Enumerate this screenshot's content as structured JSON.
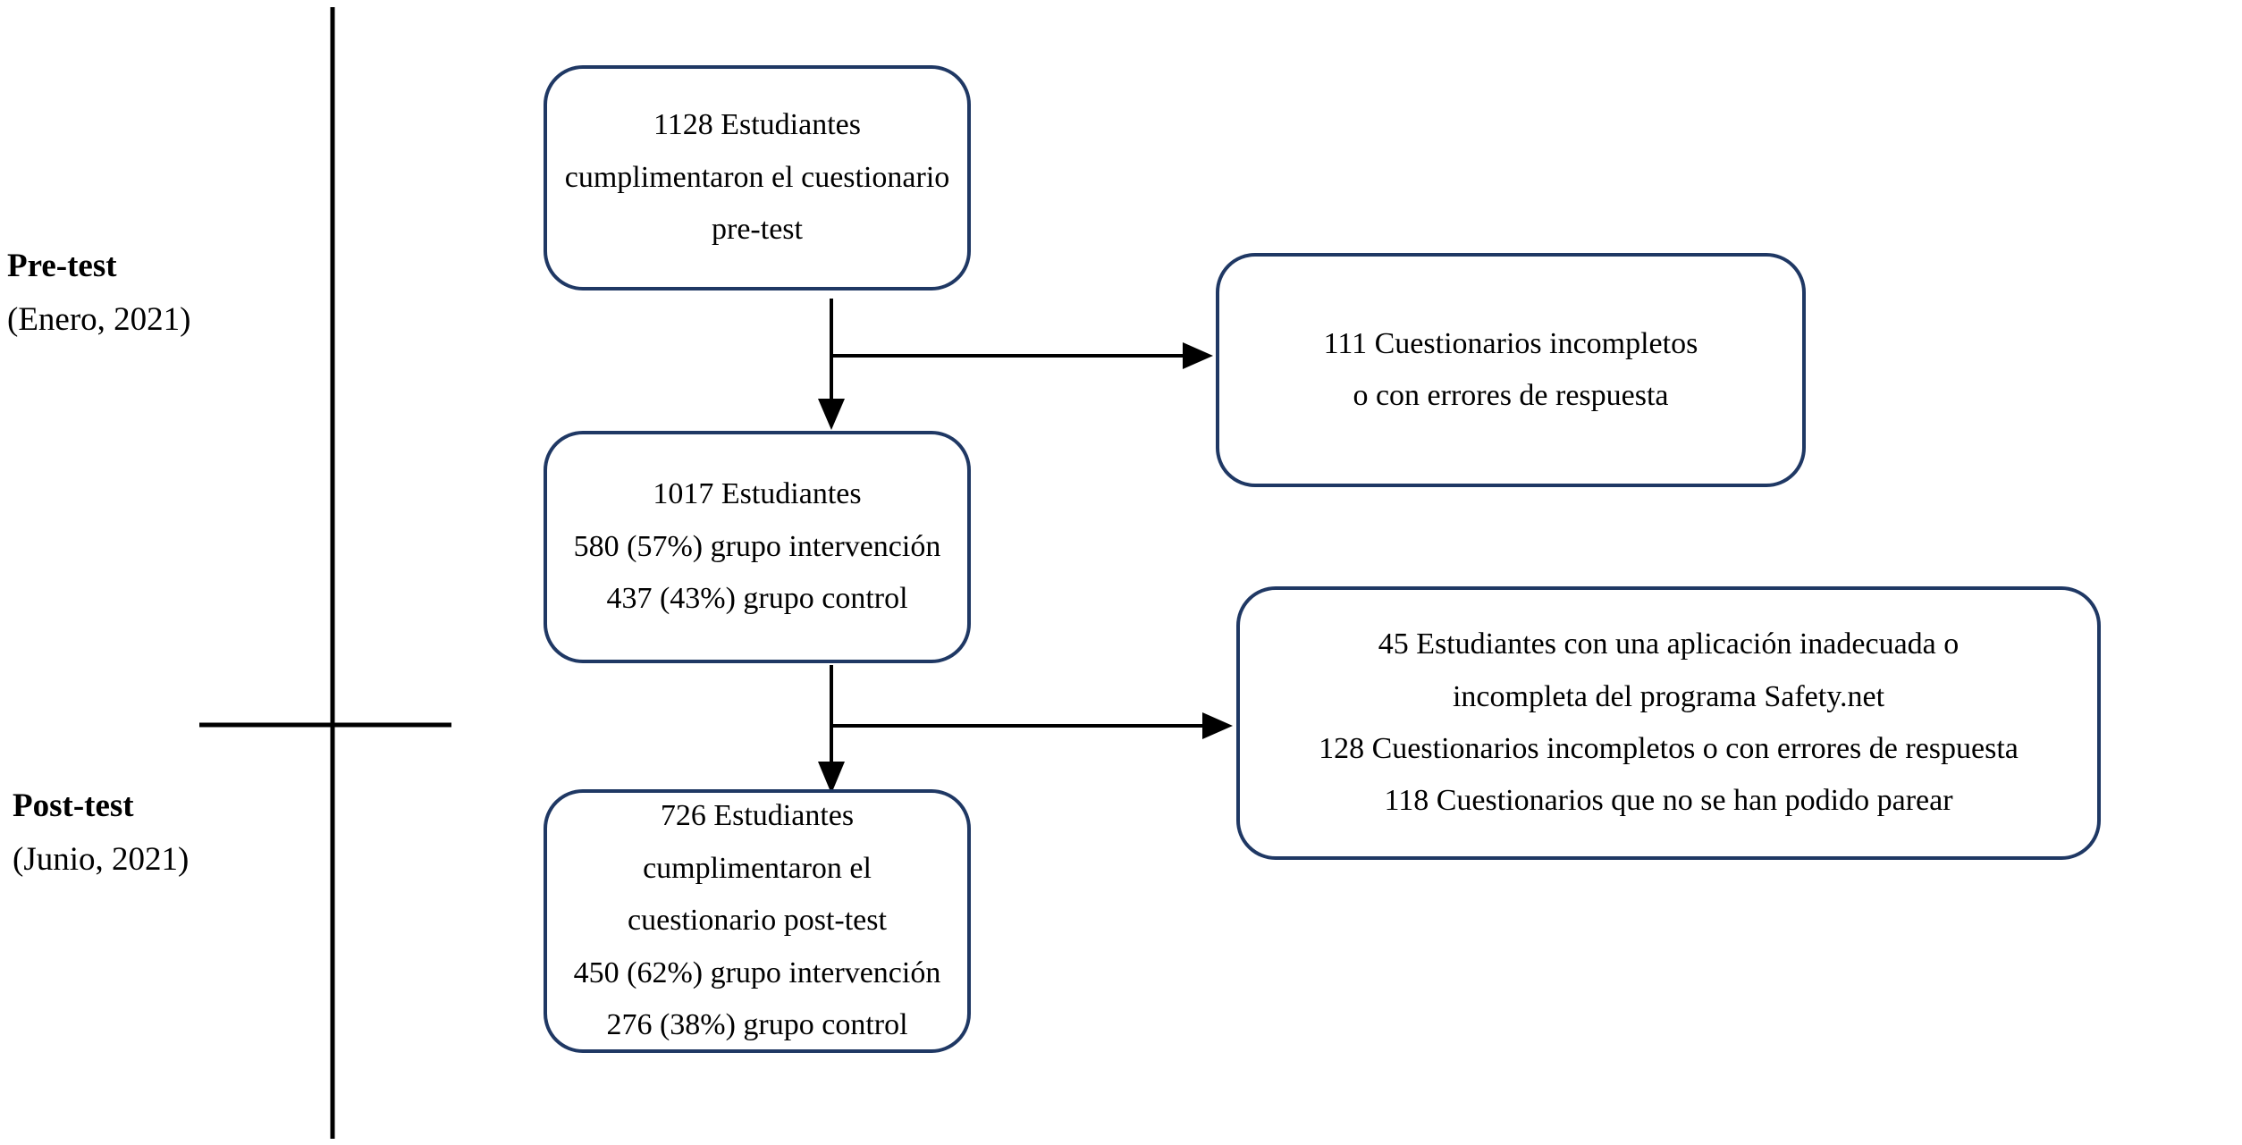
{
  "diagram": {
    "phase_labels": [
      {
        "title": "Pre-test",
        "date": "(Enero, 2021)"
      },
      {
        "title": "Post-test",
        "date": "(Junio, 2021)"
      }
    ],
    "boxes": {
      "pretest_completed": {
        "lines": [
          "1128 Estudiantes",
          "cumplimentaron el cuestionario",
          "pre-test"
        ]
      },
      "excluded_pretest": {
        "lines": [
          "111 Cuestionarios incompletos",
          "o con errores de respuesta"
        ]
      },
      "paired_sample": {
        "lines": [
          "1017 Estudiantes",
          "580 (57%) grupo intervención",
          "437 (43%) grupo control"
        ]
      },
      "excluded_posttest": {
        "lines": [
          "45 Estudiantes con una aplicación inadecuada o",
          "incompleta del programa Safety.net",
          "128 Cuestionarios incompletos o con errores de respuesta",
          "118 Cuestionarios que no se han podido parear"
        ]
      },
      "posttest_completed": {
        "lines": [
          "726 Estudiantes",
          "cumplimentaron el",
          "cuestionario post-test",
          "450 (62%) grupo intervención",
          "276 (38%) grupo control"
        ]
      }
    },
    "colors": {
      "box_border": "#1f3864",
      "connector": "#000000",
      "text": "#000000",
      "background": "#ffffff"
    }
  }
}
